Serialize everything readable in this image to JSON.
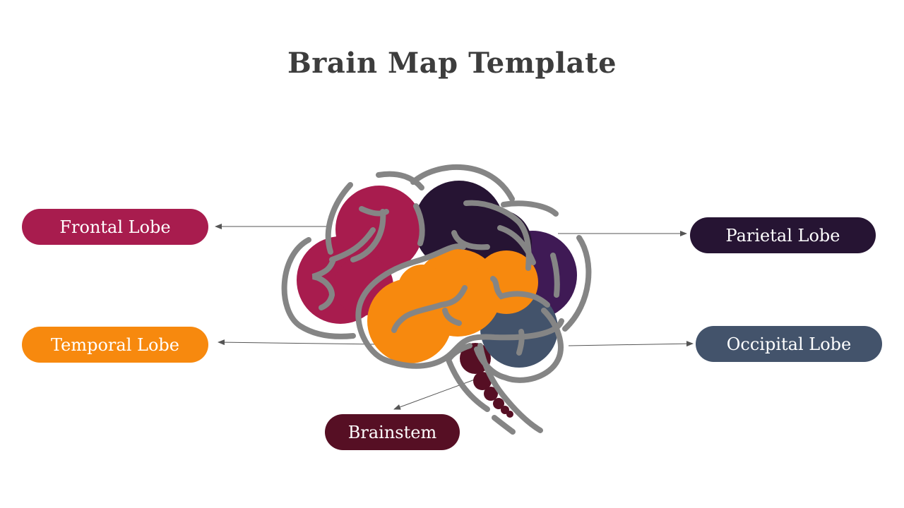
{
  "title": "Brain Map Template",
  "labels": {
    "frontal": "Frontal Lobe",
    "temporal": "Temporal Lobe",
    "parietal": "Parietal Lobe",
    "occipital": "Occipital Lobe",
    "brainstem": "Brainstem"
  },
  "colors": {
    "frontal": "#a81c4e",
    "temporal": "#f7890e",
    "parietal": "#261433",
    "parietal_lobe_shape": "#3f1a55",
    "occipital": "#43536b",
    "brainstem": "#560f24",
    "outline": "#858585",
    "connector": "#555555",
    "title": "#3d3d3d"
  }
}
